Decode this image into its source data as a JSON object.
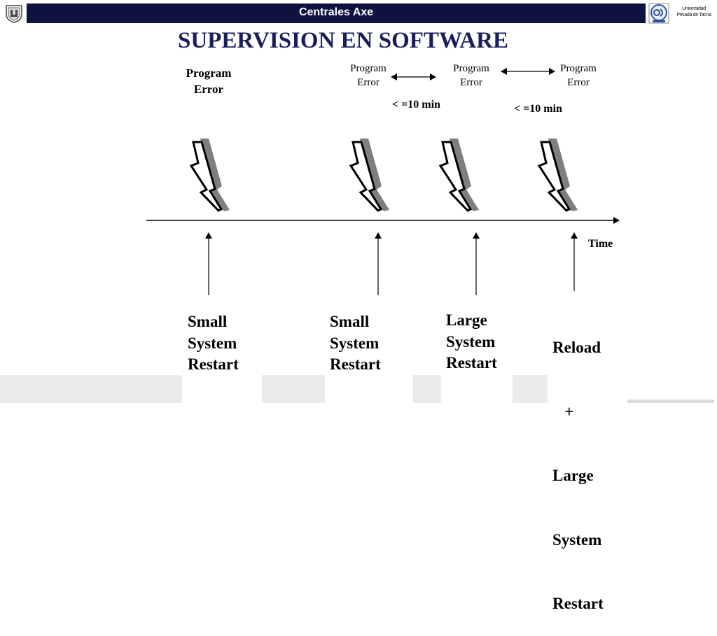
{
  "header": {
    "title": "Centrales Axe"
  },
  "university": {
    "line1": "Universidad",
    "line2": "Privada de Tacna"
  },
  "title": "SUPERVISION EN SOFTWARE",
  "errors": [
    {
      "line1": "Program",
      "line2": "Error"
    },
    {
      "line1": "Program",
      "line2": "Error"
    },
    {
      "line1": "Program",
      "line2": "Error"
    },
    {
      "line1": "Program",
      "line2": "Error"
    }
  ],
  "intervals": [
    "< =10 min",
    "< =10 min"
  ],
  "time_label": "Time",
  "restarts": [
    {
      "lines": [
        "Small",
        "System",
        "Restart"
      ]
    },
    {
      "lines": [
        "Small",
        "System",
        "Restart"
      ]
    },
    {
      "lines": [
        "Large",
        "System",
        "Restart"
      ]
    },
    {
      "lines": [
        "Reload",
        "   +",
        "Large",
        "System",
        "Restart"
      ]
    }
  ],
  "colors": {
    "header": "#0e1240",
    "title": "#1a1f5c",
    "shadow": "#7f7f7f"
  },
  "icons": [
    "lightning-bolt-icon",
    "university-shield-icon",
    "university-logo-icon"
  ]
}
